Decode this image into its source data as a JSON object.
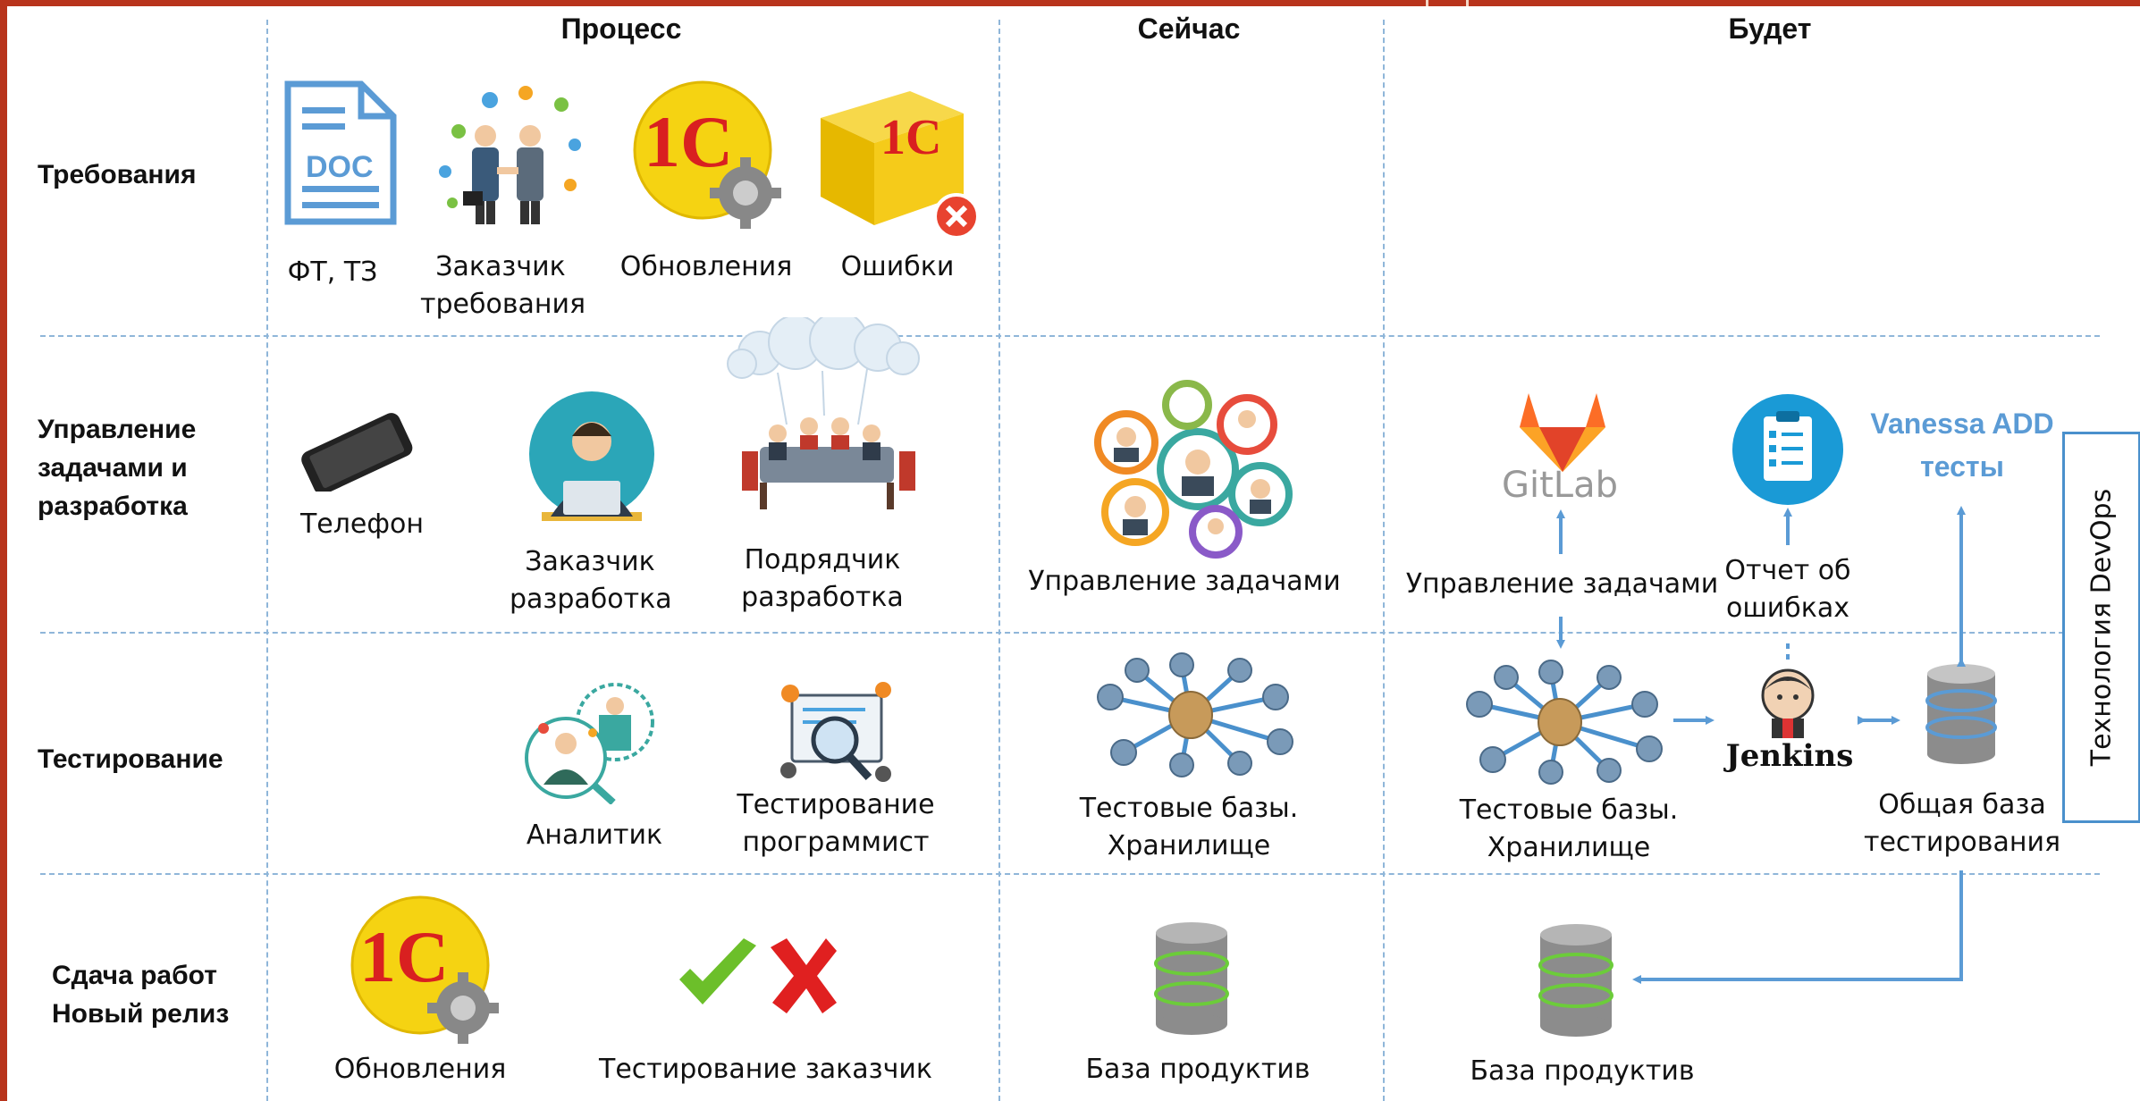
{
  "columns": {
    "process": "Процесс",
    "now": "Сейчас",
    "future": "Будет"
  },
  "rows": {
    "requirements": "Требования",
    "tasks": [
      "Управление",
      "задачами и",
      "разработка"
    ],
    "testing": "Тестирование",
    "release": [
      "Сдача работ",
      "Новый релиз"
    ]
  },
  "process": {
    "req": [
      {
        "icon": "doc-icon",
        "lines": [
          "ФТ, ТЗ"
        ]
      },
      {
        "icon": "handshake-icon",
        "lines": [
          "Заказчик",
          "требования"
        ]
      },
      {
        "icon": "1c-update-icon",
        "lines": [
          "Обновления"
        ]
      },
      {
        "icon": "1c-box-error-icon",
        "lines": [
          "Ошибки"
        ]
      }
    ],
    "tasks": [
      {
        "icon": "phone-icon",
        "lines": [
          "Телефон"
        ]
      },
      {
        "icon": "customer-laptop-icon",
        "lines": [
          "Заказчик",
          "разработка"
        ]
      },
      {
        "icon": "team-meeting-icon",
        "lines": [
          "Подрядчик",
          "разработка"
        ]
      }
    ],
    "testing": [
      {
        "icon": "analyst-icon",
        "lines": [
          "Аналитик"
        ]
      },
      {
        "icon": "testing-magnifier-icon",
        "lines": [
          "Тестирование",
          "программист"
        ]
      }
    ],
    "release": [
      {
        "icon": "1c-update-icon",
        "lines": [
          "Обновления"
        ]
      },
      {
        "icon": "check-cross-icon",
        "lines": [
          "Тестирование заказчик"
        ]
      }
    ]
  },
  "now": {
    "tasks": {
      "icon": "people-gears-icon",
      "lines": [
        "Управление задачами"
      ]
    },
    "testing": {
      "icon": "database-network-icon",
      "lines": [
        "Тестовые базы.",
        "Хранилище"
      ]
    },
    "release": {
      "icon": "database-icon",
      "lines": [
        "База продуктив"
      ]
    }
  },
  "future": {
    "gitlab": {
      "icon": "gitlab-icon",
      "text": "GitLab"
    },
    "tasks_label": [
      "Управление задачами"
    ],
    "report": {
      "icon": "clipboard-icon",
      "lines": [
        "Отчет об",
        "ошибках"
      ]
    },
    "vanessa": [
      "Vanessa ADD",
      "тесты"
    ],
    "testbases": {
      "icon": "database-network-icon",
      "lines": [
        "Тестовые базы.",
        "Хранилище"
      ]
    },
    "jenkins": {
      "icon": "jenkins-icon",
      "text": "Jenkins"
    },
    "common_db": {
      "icon": "database-icon",
      "lines": [
        "Общая база",
        "тестирования"
      ]
    },
    "prod_db": {
      "icon": "database-icon",
      "lines": [
        "База продуктив"
      ]
    },
    "devops": "Технология DevOps"
  },
  "icon_text": {
    "doc": "DOC",
    "onec": "1С"
  },
  "colors": {
    "accent_blue": "#5b9bd5",
    "grid": "#8fb6d9",
    "top_bar": "#b8341c",
    "onec_red": "#d92020",
    "onec_yellow": "#f5d312"
  }
}
